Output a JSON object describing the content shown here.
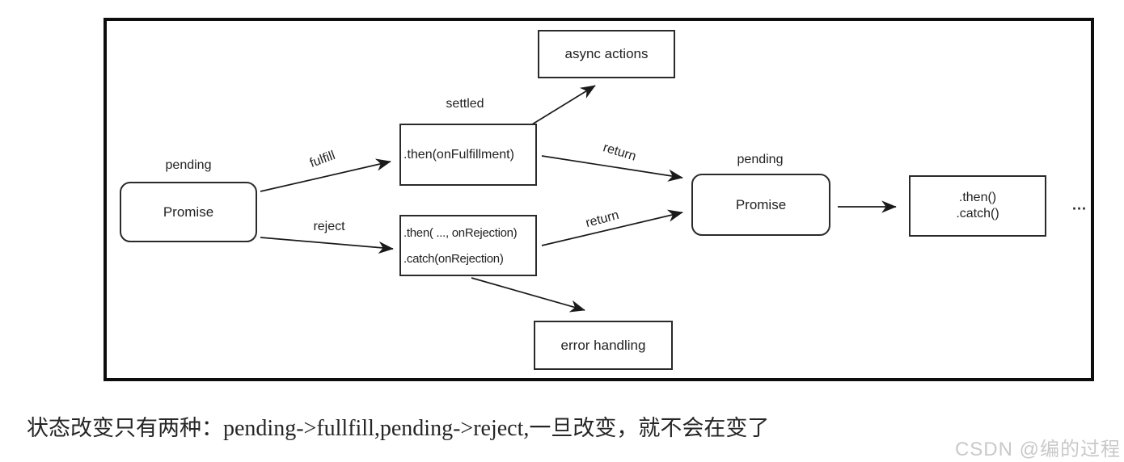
{
  "diagram": {
    "nodes": {
      "promise1_state": "pending",
      "promise1": "Promise",
      "settled": "settled",
      "then_fulfillment": ".then(onFulfillment)",
      "then_rejection_line1": ".then( ..., onRejection)",
      "then_rejection_line2": ".catch(onRejection)",
      "async_actions": "async actions",
      "error_handling": "error handling",
      "promise2_state": "pending",
      "promise2": "Promise",
      "then_catch_line1": ".then()",
      "then_catch_line2": ".catch()",
      "ellipsis": "..."
    },
    "edges": {
      "fulfill": "fulfill",
      "reject": "reject",
      "return_top": "return",
      "return_bottom": "return"
    }
  },
  "caption": {
    "zh_prefix": "状态改变只有两种：",
    "latin": "pending->fullfill,pending->reject,",
    "zh_suffix": "一旦改变，就不会在变了"
  },
  "watermark": "CSDN @编的过程",
  "colors": {
    "line": "#1a1a1a",
    "text": "#222222",
    "frame_border": "#0d0d0d",
    "watermark": "#c9c9c9"
  }
}
